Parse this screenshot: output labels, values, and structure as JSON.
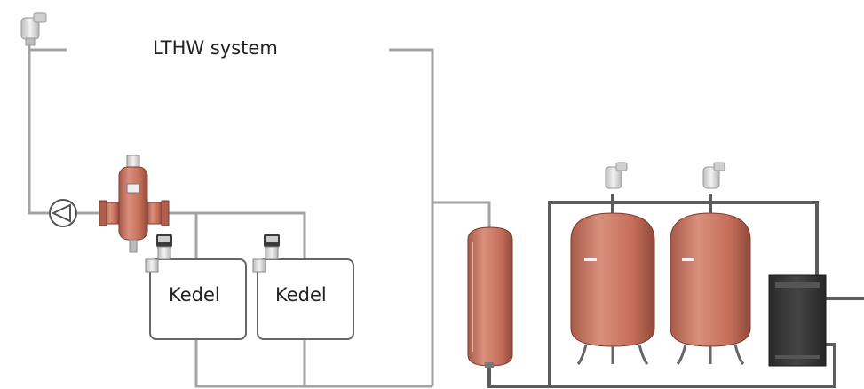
{
  "diagram": {
    "title": "LTHW system",
    "boilers": [
      {
        "label": "Kedel"
      },
      {
        "label": "Kedel"
      }
    ]
  },
  "colors": {
    "pipe": "#a3a3a3",
    "dark_pipe": "#5c5c5c",
    "vessel": "#c4705e",
    "vessel_dark": "#8f4a3c",
    "control_unit": "#333333",
    "vent": "#d9d9d9",
    "text": "#222222"
  }
}
